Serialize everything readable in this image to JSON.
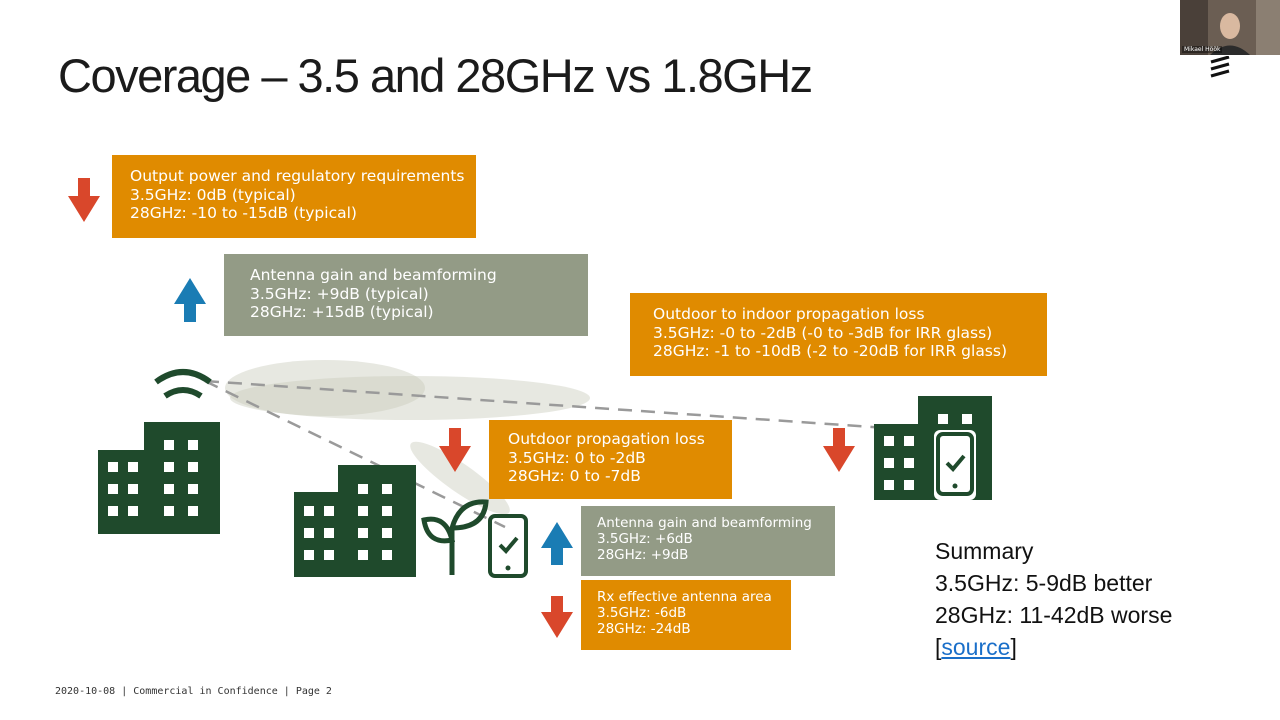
{
  "title": "Coverage – 3.5 and 28GHz vs 1.8GHz",
  "boxes": {
    "output_power": {
      "heading": "Output power and regulatory requirements",
      "line1": "3.5GHz: 0dB (typical)",
      "line2": "28GHz: -10 to -15dB (typical)",
      "direction": "down"
    },
    "antenna_gain_bs": {
      "heading": "Antenna gain and beamforming",
      "line1": "3.5GHz: +9dB (typical)",
      "line2": "28GHz: +15dB (typical)",
      "direction": "up"
    },
    "outdoor_indoor": {
      "heading": "Outdoor to indoor propagation loss",
      "line1": "3.5GHz: -0 to -2dB (-0 to -3dB for IRR glass)",
      "line2": "28GHz: -1 to -10dB (-2 to -20dB for IRR glass)",
      "direction": "down"
    },
    "outdoor_prop": {
      "heading": "Outdoor propagation loss",
      "line1": "3.5GHz: 0 to -2dB",
      "line2": "28GHz: 0 to -7dB",
      "direction": "down"
    },
    "antenna_gain_ue": {
      "heading": "Antenna gain and beamforming",
      "line1": "3.5GHz: +6dB",
      "line2": "28GHz: +9dB",
      "direction": "up"
    },
    "rx_area": {
      "heading": "Rx effective antenna area",
      "line1": "3.5GHz: -6dB",
      "line2": "28GHz: -24dB",
      "direction": "down"
    }
  },
  "summary": {
    "heading": "Summary",
    "line1": "3.5GHz: 5-9dB better",
    "line2": "28GHz: 11-42dB worse",
    "link_open": "[",
    "link_text": "source",
    "link_close": "]"
  },
  "footer": "2020-10-08 | Commercial in Confidence | Page 2",
  "participant_name": "Mikael Höök",
  "colors": {
    "orange": "#e08b00",
    "gray": "#939b86",
    "down_arrow": "#d9472b",
    "up_arrow": "#1a7cb4",
    "building": "#1f4a2c"
  }
}
